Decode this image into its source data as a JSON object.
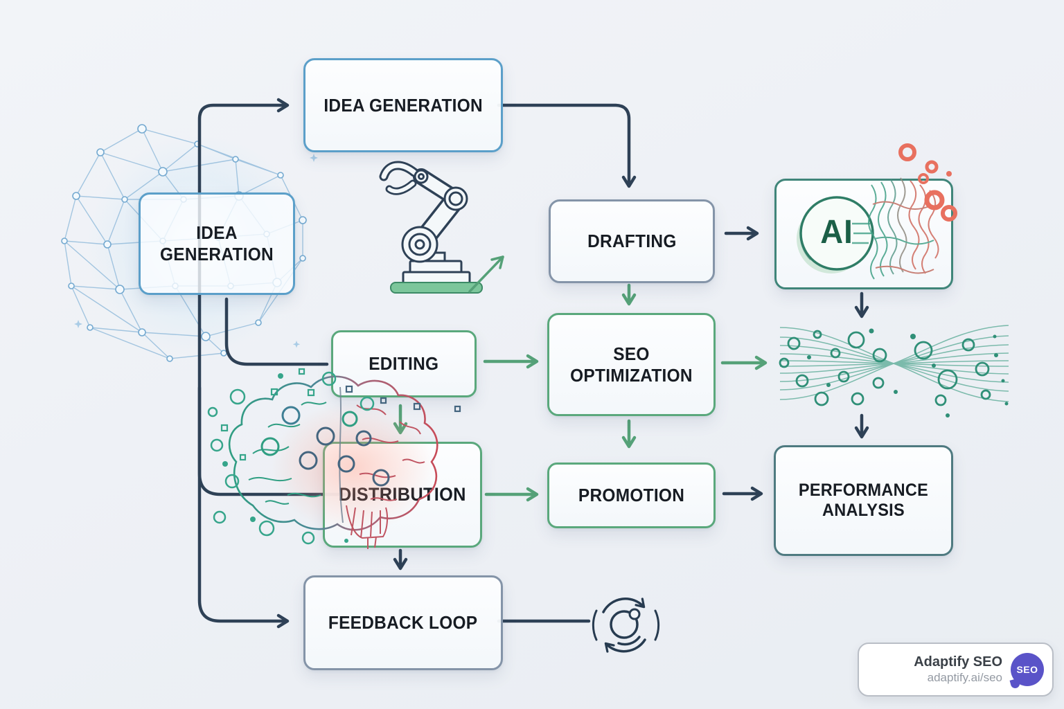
{
  "nodes": {
    "idea_generation_main": "IDEA GENERATION",
    "idea_generation_source": "IDEA GENERATION",
    "drafting": "DRAFTING",
    "ai_label": "AI",
    "editing": "EDITING",
    "seo_optimization": "SEO OPTIMIZATION",
    "distribution": "DISTRIBUTION",
    "promotion": "PROMOTION",
    "performance_analysis": "PERFORMANCE ANALYSIS",
    "feedback_loop": "FEEDBACK LOOP"
  },
  "badge": {
    "title": "Adaptify SEO",
    "url": "adaptify.ai/seo",
    "logo_text": "SEO"
  },
  "colors": {
    "arrow_navy": "#2e4156",
    "arrow_green": "#55a178",
    "box_blue_border": "#5b9fc9",
    "box_green_border": "#5aa87c",
    "box_slate_border": "#8494a8",
    "box_teal_border": "#3f8579",
    "coral_dots": "#e8705f",
    "logo_purple": "#5a53c8",
    "background": "#eef1f5"
  }
}
